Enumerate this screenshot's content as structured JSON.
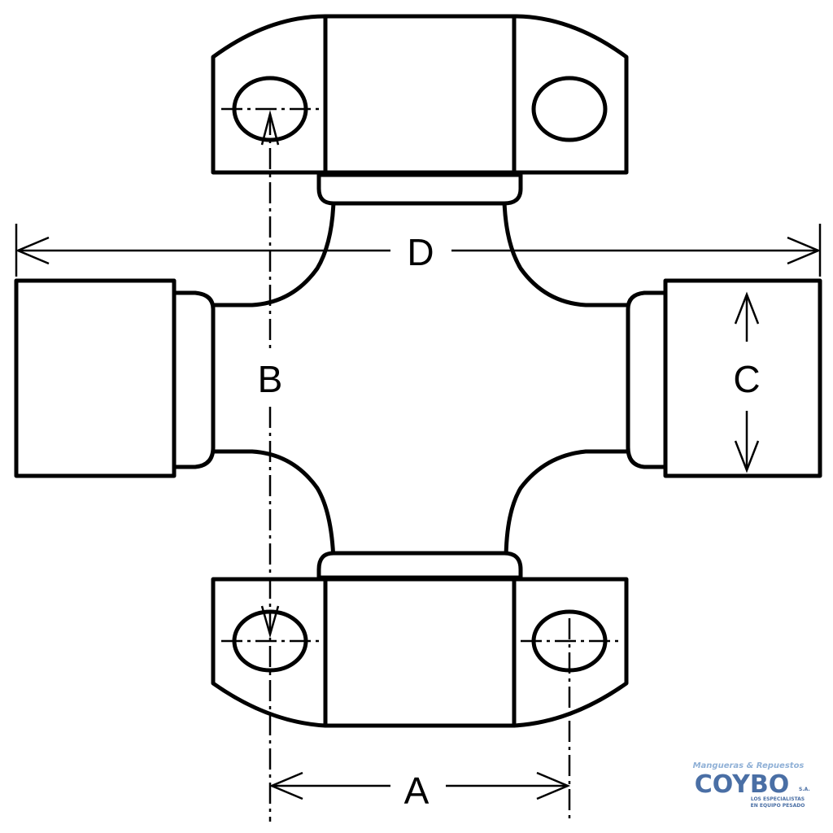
{
  "labels": {
    "a": "A",
    "b": "B",
    "c": "C",
    "d": "D"
  },
  "logo": {
    "tagline_top": "Mangueras & Repuestos",
    "brand": "COYBO",
    "suffix": "S.A.",
    "tagline_bottom_1": "LOS ESPECIALISTAS",
    "tagline_bottom_2": "EN EQUIPO PESADO"
  },
  "colors": {
    "line": "#000000",
    "background": "#ffffff",
    "logo_blue": "#4a6fa5",
    "logo_light": "#8fb0d6"
  }
}
